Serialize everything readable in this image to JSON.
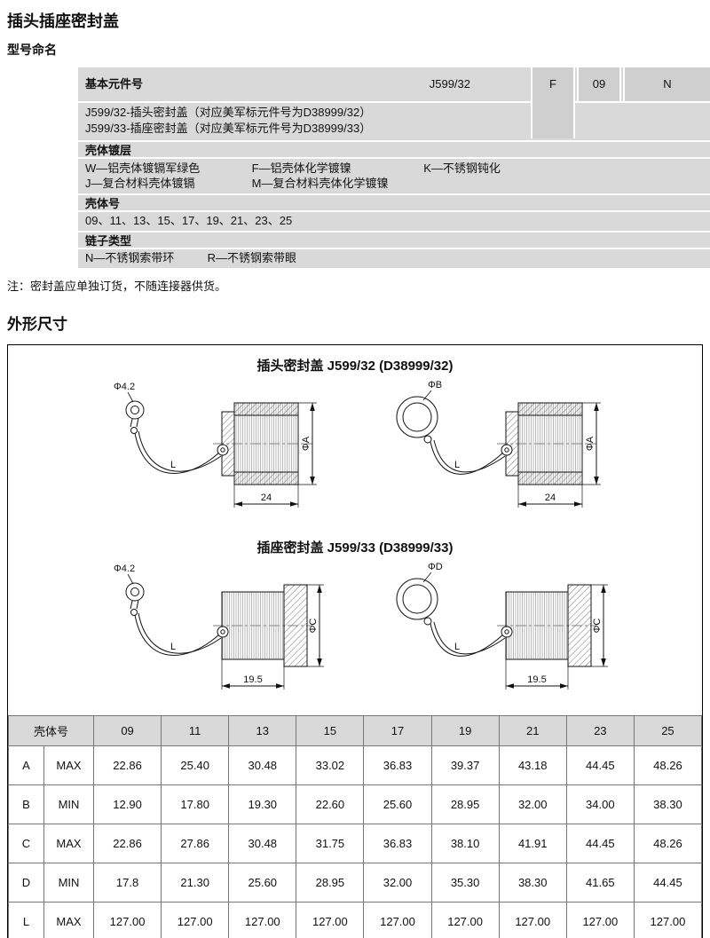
{
  "page": {
    "title": "插头插座密封盖",
    "naming_section_title": "型号命名",
    "note": "注：密封盖应单独订货，不随连接器供货。",
    "outline_section_title": "外形尺寸"
  },
  "naming": {
    "base_label": "基本元件号",
    "base_code": "J599/32",
    "code_cells": [
      "F",
      "09",
      "N"
    ],
    "descriptions": [
      "J599/32-插头密封盖（对应美军标元件号为D38999/32）",
      "J599/33-插座密封盖（对应美军标元件号为D38999/33）"
    ],
    "plating_label": "壳体镀层",
    "plating_row1": [
      "W—铝壳体镀镉军绿色",
      "F—铝壳体化学镀镍",
      "K—不锈钢钝化"
    ],
    "plating_row2": [
      "J—复合材料壳体镀镉",
      "M—复合材料壳体化学镀镍"
    ],
    "shell_label": "壳体号",
    "shell_numbers": "09、11、13、15、17、19、21、23、25",
    "chain_label": "链子类型",
    "chain_options": [
      "N—不锈钢索带环",
      "R—不锈钢索带眼"
    ]
  },
  "drawings": {
    "lanyard_label": "L",
    "plug": {
      "title": "插头密封盖 J599/32 (D38999/32)",
      "width_label": "24",
      "dia_label": "ΦA",
      "eyelet_label": "Φ4.2",
      "ring_label": "ΦB"
    },
    "socket": {
      "title": "插座密封盖 J599/33 (D38999/33)",
      "width_label": "19.5",
      "dia_label": "ΦC",
      "eyelet_label": "Φ4.2",
      "ring_label": "ΦD"
    }
  },
  "dim_table": {
    "header": [
      "壳体号",
      "09",
      "11",
      "13",
      "15",
      "17",
      "19",
      "21",
      "23",
      "25"
    ],
    "rows": [
      {
        "param": "A",
        "limit": "MAX",
        "values": [
          "22.86",
          "25.40",
          "30.48",
          "33.02",
          "36.83",
          "39.37",
          "43.18",
          "44.45",
          "48.26"
        ]
      },
      {
        "param": "B",
        "limit": "MIN",
        "values": [
          "12.90",
          "17.80",
          "19.30",
          "22.60",
          "25.60",
          "28.95",
          "32.00",
          "34.00",
          "38.30"
        ]
      },
      {
        "param": "C",
        "limit": "MAX",
        "values": [
          "22.86",
          "27.86",
          "30.48",
          "31.75",
          "36.83",
          "38.10",
          "41.91",
          "44.45",
          "48.26"
        ]
      },
      {
        "param": "D",
        "limit": "MIN",
        "values": [
          "17.8",
          "21.30",
          "25.60",
          "28.95",
          "32.00",
          "35.30",
          "38.30",
          "41.65",
          "44.45"
        ]
      },
      {
        "param": "L",
        "limit": "MAX",
        "values": [
          "127.00",
          "127.00",
          "127.00",
          "127.00",
          "127.00",
          "127.00",
          "127.00",
          "127.00",
          "127.00"
        ]
      }
    ]
  },
  "colors": {
    "panel_gray": "#d9d9d9",
    "cell_gray": "#cfcfcf",
    "line": "#111111"
  }
}
